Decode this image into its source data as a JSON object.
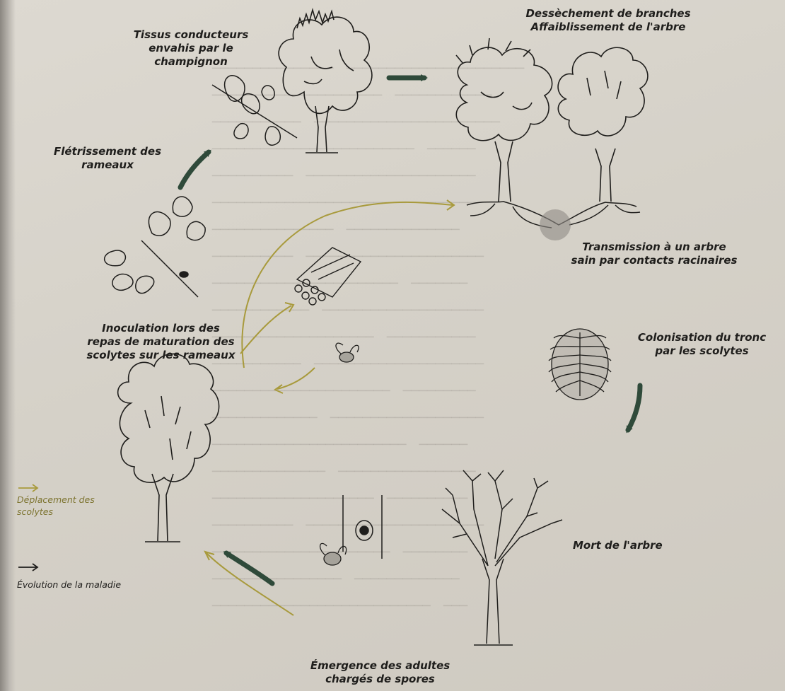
{
  "labels": {
    "tissus": [
      "Tissus conducteurs",
      "envahis par le champignon"
    ],
    "dessechement": [
      "Dessèchement de branches",
      "Affaiblissement de l'arbre"
    ],
    "fletrissement": [
      "Flétrissement des",
      "rameaux"
    ],
    "transmission": [
      "Transmission à un arbre",
      "sain par contacts racinaires"
    ],
    "inoculation": [
      "Inoculation lors des",
      "repas de maturation des",
      "scolytes sur les rameaux"
    ],
    "colonisation": [
      "Colonisation du tronc",
      "par les scolytes"
    ],
    "mort": [
      "Mort de l'arbre"
    ],
    "emergence": [
      "Émergence des adultes",
      "chargés de spores"
    ]
  },
  "legend": {
    "deplacement": [
      "Déplacement des",
      "scolytes"
    ],
    "evolution": [
      "Évolution de la maladie"
    ]
  },
  "colors": {
    "disease_arrow": "#2f4a3a",
    "beetle_arrow": "#a89a3c",
    "ink": "#1f1e1c",
    "legend_olive": "#7d7430"
  }
}
